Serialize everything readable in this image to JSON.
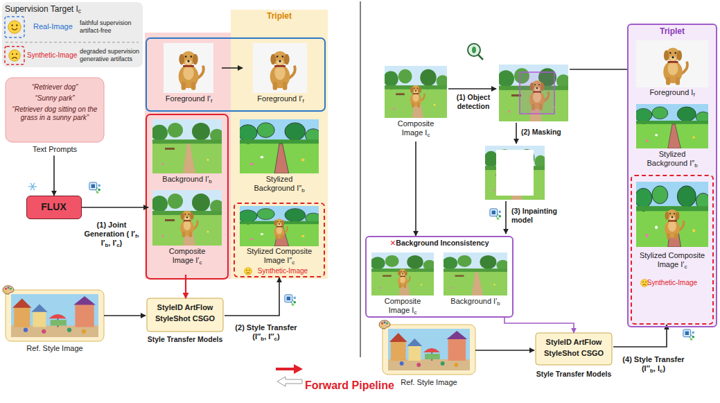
{
  "diagram": {
    "nodes": [
      {
        "text": [
          "Supervision Target Ic",
          "Real-Image",
          "faithful supervision artifact-free",
          "Synthetic-Image",
          "degraded supervision generative artifacts"
        ]
      },
      {
        "text": [
          "“Retriever dog”",
          "“Sunny park”",
          "“Retriever dog sitting on the grass in a sunny park”",
          "Text Prompts"
        ]
      },
      {
        "text": [
          "FLUX"
        ]
      },
      {
        "text": [
          "Foreground I′f"
        ]
      },
      {
        "text": [
          "Background I′b"
        ]
      },
      {
        "text": [
          "Composite Image I′c"
        ]
      },
      {
        "text": [
          "Triplet"
        ]
      },
      {
        "text": [
          "Foreground I′f"
        ],
        "in": 6
      },
      {
        "text": [
          "Stylized Background I″b"
        ],
        "in": 6
      },
      {
        "text": [
          "Stylized Composite Image I″c",
          "Synthetic-Image"
        ],
        "in": 6
      },
      {
        "text": [
          "Ref. Style Image"
        ]
      },
      {
        "text": [
          "StyleID ArtFlow",
          "StyleShot CSGO",
          "Style Transfer Models"
        ]
      },
      {
        "text": [
          "Composite Image Ic"
        ]
      },
      {
        "text": [
          "✕Background Inconsistency"
        ]
      },
      {
        "text": [
          "Composite Image Ic"
        ],
        "in": 13
      },
      {
        "text": [
          "Background I′b"
        ],
        "in": 13
      },
      {
        "text": [
          "Ref. Style Image"
        ]
      },
      {
        "text": [
          "StyleID ArtFlow",
          "StyleShot CSGO",
          "Style Transfer Models"
        ]
      },
      {
        "text": [
          "Triplet"
        ]
      },
      {
        "text": [
          "Foreground If"
        ],
        "in": 18
      },
      {
        "text": [
          "Stylized Background I″b"
        ],
        "in": 18
      },
      {
        "text": [
          "Stylized Composite Image I′c",
          "Synthetic-Image"
        ],
        "in": 18
      }
    ],
    "edges": [
      {
        "from": 1,
        "to": 2,
        "arrow": "to"
      },
      {
        "from": 2,
        "to": 5,
        "arrow": "to",
        "label": "(1) Joint Generation ( I′f, I′b, I′c)"
      },
      {
        "from": 3,
        "to": 7,
        "arrow": "to"
      },
      {
        "from": 5,
        "to": 11,
        "arrow": "to"
      },
      {
        "from": 10,
        "to": 11,
        "arrow": "to"
      },
      {
        "from": 11,
        "to": 9,
        "arrow": "to",
        "label": "(2) Style Transfer (I″b, I″c)"
      },
      {
        "from": 12,
        "to": 13,
        "arrow": "to"
      },
      {
        "from": 16,
        "to": 17,
        "arrow": "to"
      },
      {
        "from": 13,
        "to": 17,
        "arrow": "to"
      },
      {
        "from": 17,
        "to": 21,
        "arrow": "to",
        "label": "(4) Style Transfer (I″b, Ic)"
      }
    ],
    "labels": [
      "(1) Object detection",
      "(2) Masking",
      "(3) Inpainting model",
      "Forward Pipeline"
    ]
  }
}
